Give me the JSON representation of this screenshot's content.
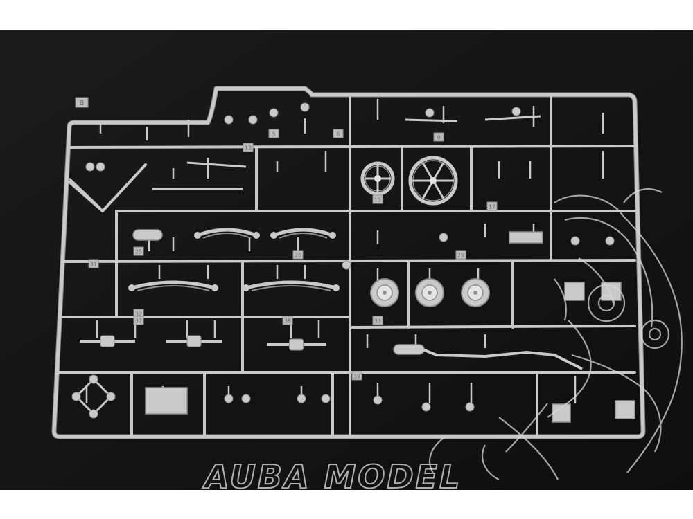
{
  "photo": {
    "subject": "plastic model kit sprue B",
    "colors": {
      "background": "#161616",
      "plastic": "#c9c9c9",
      "plastic_shadow": "#8f8f8f",
      "plastic_highlight": "#e4e4e4",
      "watermark": "#d8d8d8"
    }
  },
  "sprue": {
    "letter": "B",
    "part_numbers": [
      "12",
      "5",
      "6",
      "9",
      "15",
      "17",
      "25",
      "26",
      "29",
      "31",
      "32",
      "33",
      "37",
      "38",
      "39"
    ]
  },
  "watermark": {
    "text": "AUBA MODEL",
    "icon": "cartoon-mascot-watermark-icon"
  }
}
